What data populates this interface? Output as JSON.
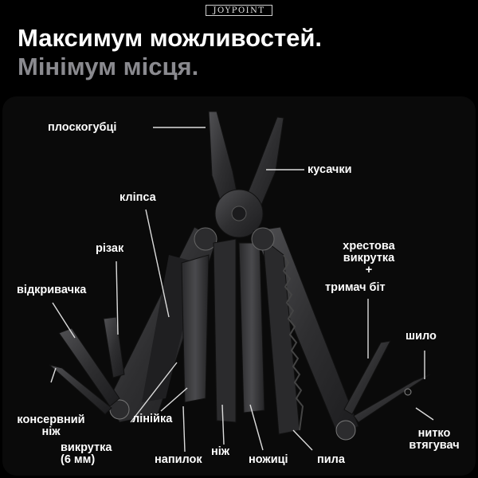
{
  "brand": {
    "logo_text": "JOYPOINT"
  },
  "hero": {
    "headline": "Максимум можливостей.",
    "subheadline": "Мінімум місця."
  },
  "labels": {
    "pliers": "плоскогубці",
    "wire_cutters": "кусачки",
    "clip": "кліпса",
    "cutter": "різак",
    "cross_screwdriver_line1": "хрестова",
    "cross_screwdriver_line2": "викрутка",
    "plus": "+",
    "bit_holder": "тримач біт",
    "opener": "відкривачка",
    "awl": "шило",
    "can_opener_line1": "консервний",
    "can_opener_line2": "ніж",
    "screwdriver_line1": "викрутка",
    "screwdriver_line2": "(6 мм)",
    "ruler": "лінійка",
    "file": "напилок",
    "knife": "ніж",
    "scissors": "ножиці",
    "saw": "пила",
    "thread_puller_line1": "нитко",
    "thread_puller_line2": "втягувач"
  },
  "colors": {
    "background": "#000000",
    "card": "#0a0a0a",
    "text": "#ffffff",
    "subheadline": "#8a8a8f",
    "tool_metal": "#3a3a3c"
  }
}
